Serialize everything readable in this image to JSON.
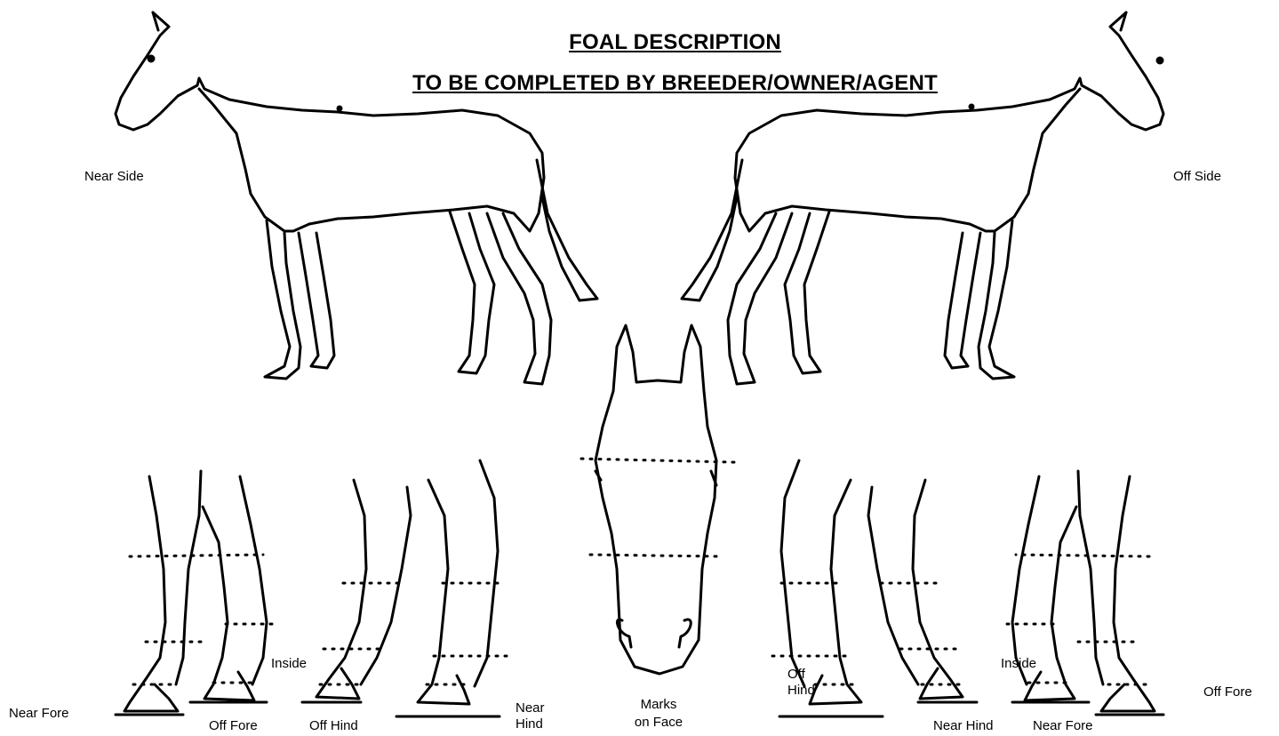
{
  "header": {
    "title": "FOAL DESCRIPTION",
    "subtitle": "TO BE COMPLETED BY BREEDER/OWNER/AGENT"
  },
  "labels": {
    "near_side": "Near Side",
    "off_side": "Off Side",
    "near_fore_left": "Near Fore",
    "off_fore_left": "Off Fore",
    "inside_left": "Inside",
    "off_hind_left": "Off Hind",
    "near_hind_left_1": "Near",
    "near_hind_left_2": "Hind",
    "marks_1": "Marks",
    "marks_2": "on Face",
    "off_hind_right_1": "Off",
    "off_hind_right_2": "Hind",
    "inside_right": "Inside",
    "near_hind_right": "Near Hind",
    "near_fore_right": "Near Fore",
    "off_fore_right": "Off Fore"
  }
}
